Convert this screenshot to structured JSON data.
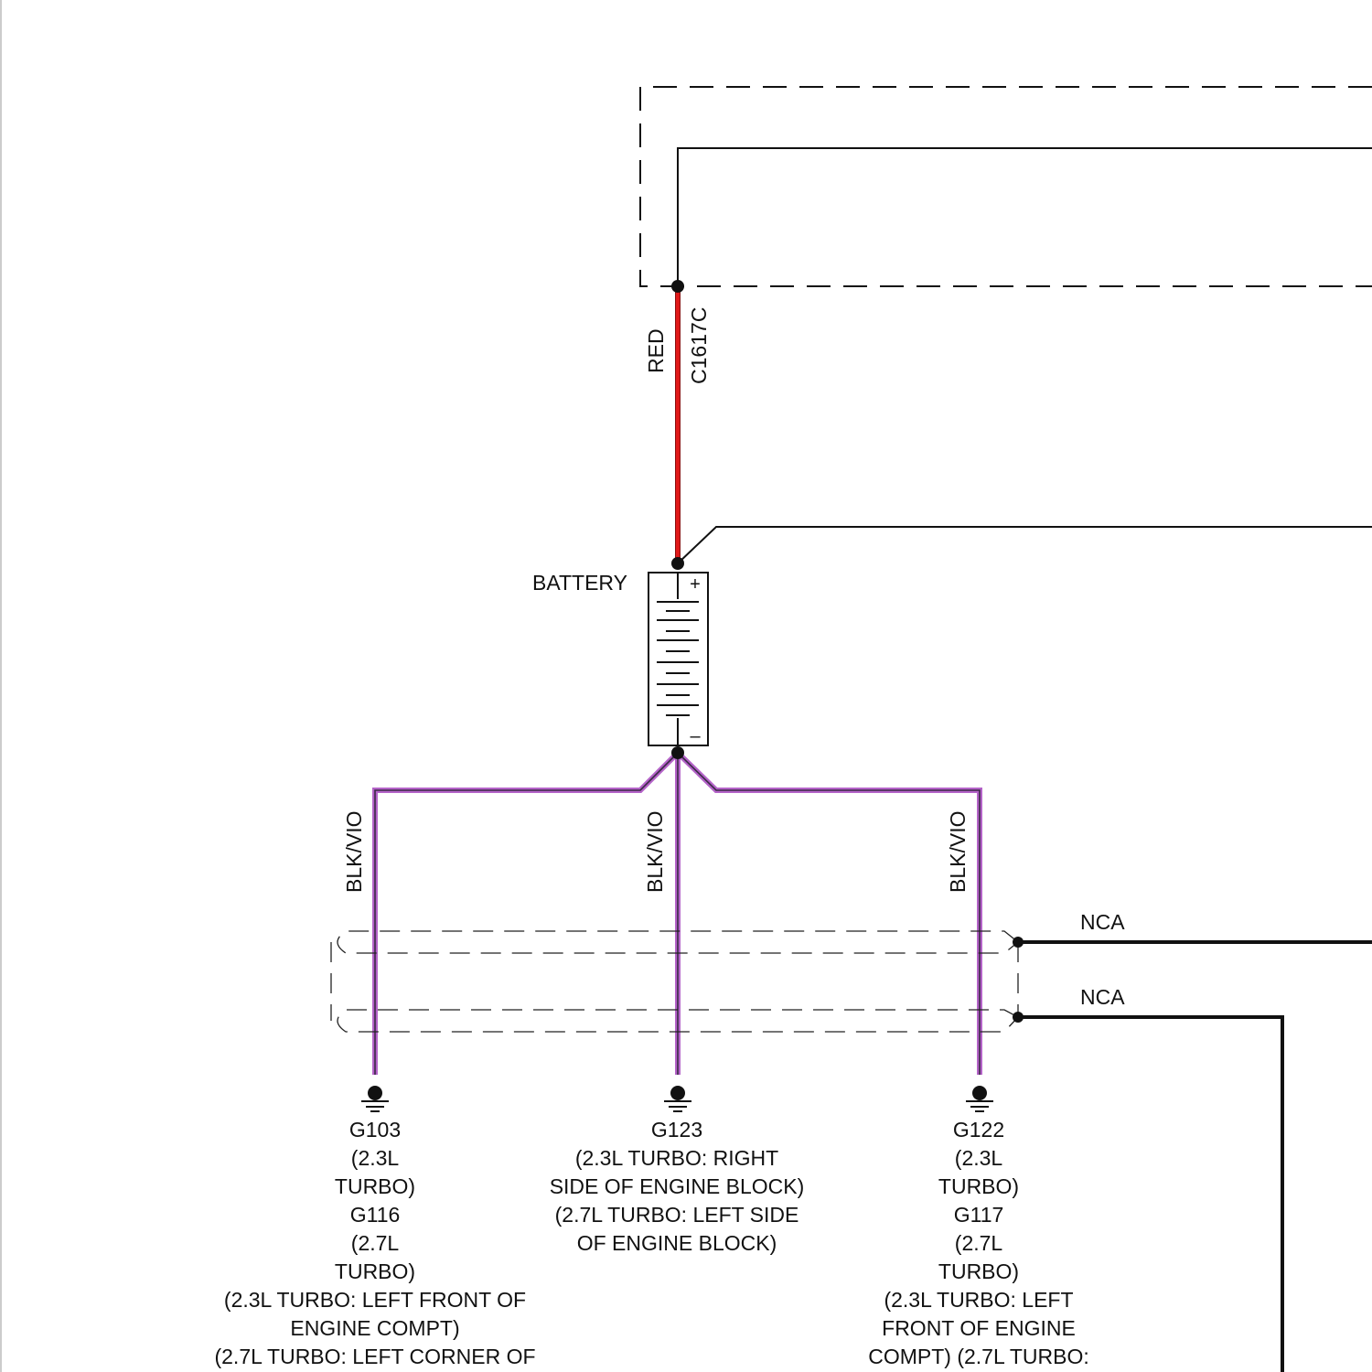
{
  "colors": {
    "red_wire": "#e01919",
    "blk_vio_outer": "#b463c8",
    "blk_vio_core": "#3a2a45",
    "line": "#111111",
    "background": "#ffffff"
  },
  "wires": {
    "battery_positive": {
      "color_label": "RED",
      "circuit": "C1617C"
    },
    "ground_left": {
      "color_label": "BLK/VIO"
    },
    "ground_center": {
      "color_label": "BLK/VIO"
    },
    "ground_right": {
      "color_label": "BLK/VIO"
    }
  },
  "battery": {
    "label": "BATTERY",
    "positive_symbol": "+",
    "negative_symbol": "–"
  },
  "nca": {
    "upper": "NCA",
    "lower": "NCA"
  },
  "grounds": {
    "left": [
      "G103",
      "(2.3L",
      "TURBO)",
      "G116",
      "(2.7L",
      "TURBO)",
      "(2.3L TURBO: LEFT FRONT OF",
      "ENGINE COMPT)",
      "(2.7L TURBO: LEFT CORNER OF"
    ],
    "center": [
      "G123",
      "(2.3L TURBO: RIGHT",
      "SIDE OF ENGINE BLOCK)",
      "(2.7L TURBO: LEFT SIDE",
      "OF ENGINE BLOCK)"
    ],
    "right": [
      "G122",
      "(2.3L",
      "TURBO)",
      "G117",
      "(2.7L",
      "TURBO)",
      "(2.3L TURBO: LEFT",
      "FRONT OF ENGINE",
      "COMPT) (2.7L TURBO:"
    ]
  }
}
